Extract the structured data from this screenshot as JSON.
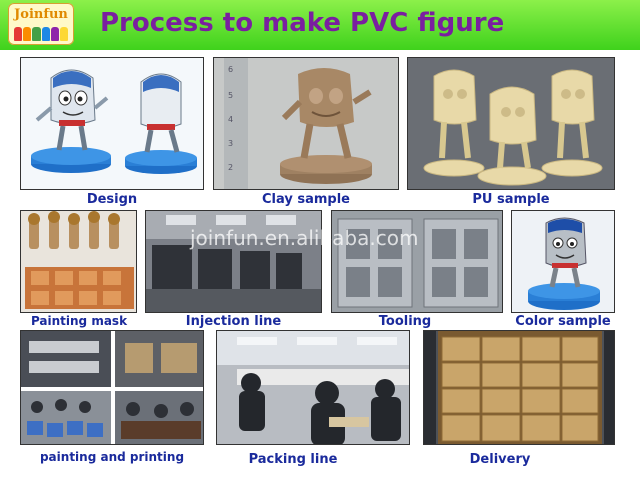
{
  "header": {
    "logo_text": "Joinfun",
    "title": "Process to make PVC figure"
  },
  "captions": {
    "design": "Design",
    "clay_sample": "Clay sample",
    "pu_sample": "PU sample",
    "painting_mask": "Painting mask",
    "injection_line": "Injection line",
    "tooling": "Tooling",
    "color_sample": "Color sample",
    "painting_and_printing": "painting and printing",
    "packing_line": "Packing line",
    "delivery": "Delivery"
  },
  "watermark": "joinfun.en.alibaba.com",
  "colors": {
    "header_green": "#3fd21c",
    "title_purple": "#7a1fa0",
    "caption_blue": "#1a2a9c",
    "base_blue": "#2a7fd6",
    "figure_beige": "#e8d9a8",
    "clay_brown": "#a88866"
  }
}
